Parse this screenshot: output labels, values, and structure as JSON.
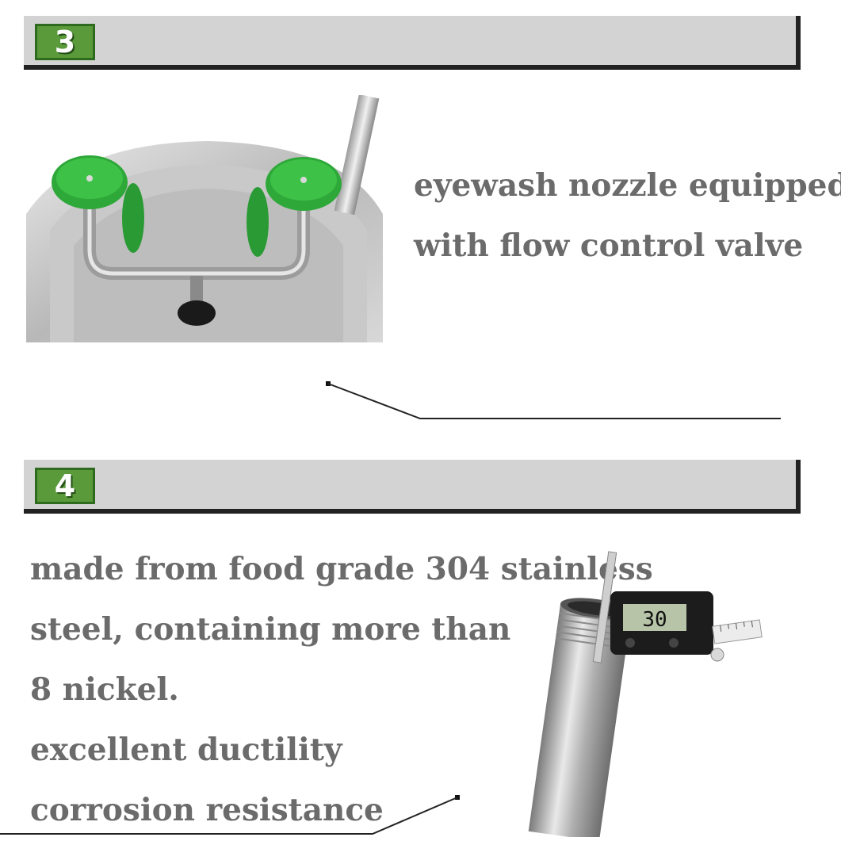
{
  "sections": [
    {
      "step": "3",
      "caption_lines": [
        "eyewash nozzle equipped",
        "with flow control valve"
      ],
      "image": "eyewash-nozzle-illustration"
    },
    {
      "step": "4",
      "caption_lines": [
        "made from food grade 304 stainless",
        "steel, containing more than",
        "8 nickel.",
        "excellent ductility",
        "corrosion resistance"
      ],
      "image": "pipe-with-caliper-illustration",
      "caliper_reading": "30"
    }
  ],
  "colors": {
    "badge_green": "#5a9a3a",
    "header_gray": "#d3d3d3",
    "caption_text": "#6b6b6b",
    "nozzle_green": "#2fa83a"
  }
}
